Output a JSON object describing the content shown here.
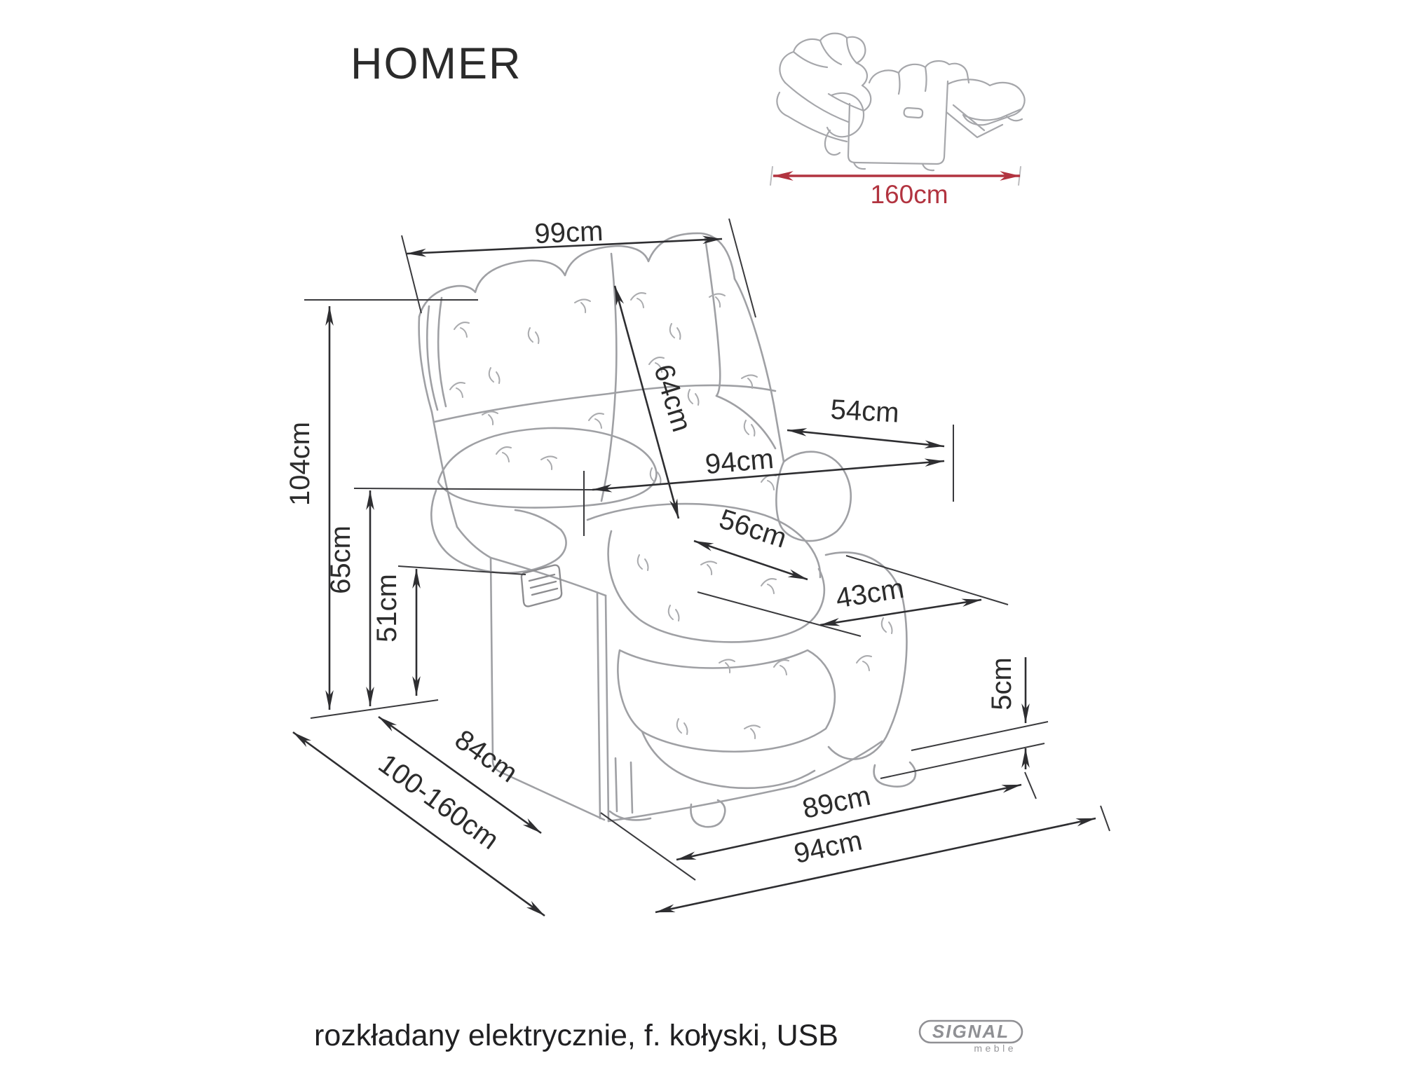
{
  "title": "HOMER",
  "inset": {
    "width_label": "160cm"
  },
  "dims": {
    "top_width": "99cm",
    "total_height": "104cm",
    "backrest_height": "64cm",
    "armrest_length": "54cm",
    "depth_at_armrest": "94cm",
    "seat_depth": "56cm",
    "seat_width": "43cm",
    "armrest_height": "65cm",
    "seat_height": "51cm",
    "side_depth": "84cm",
    "depth_range": "100-160cm",
    "clearance": "5cm",
    "front_width": "89cm",
    "overall_width": "94cm"
  },
  "footer": {
    "features": "rozkładany elektrycznie, f. kołyski, USB",
    "brand": "SIGNAL",
    "brand_sub": "meble"
  },
  "colors": {
    "dimension_line": "#2e2e31",
    "label_text": "#2c2c2c",
    "sketch_line": "#9fa0a4",
    "accent_red": "#b23440",
    "logo_gray": "#8f9094"
  }
}
